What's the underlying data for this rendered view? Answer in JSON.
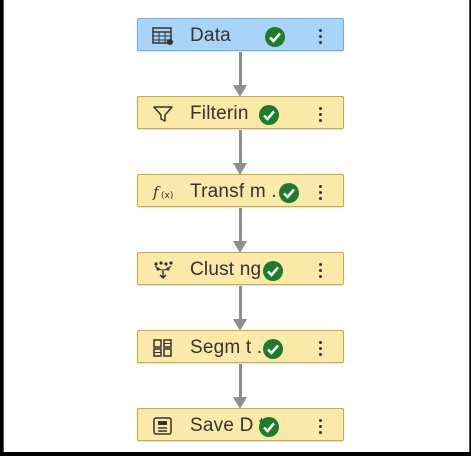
{
  "colors": {
    "node_fill": "#fbe9a9",
    "node_selected": "#a9d4f6",
    "status_ok": "#1d7b2b",
    "connector": "#8f8f8f"
  },
  "pipeline": {
    "nodes": [
      {
        "label": "Data",
        "icon": "data-table-icon",
        "status": "success-check-icon",
        "selected": true
      },
      {
        "label": "Filterin",
        "icon": "filter-funnel-icon",
        "status": "success-check-icon",
        "selected": false
      },
      {
        "label": "Transf m .",
        "icon": "function-icon",
        "status": "success-check-icon",
        "selected": false
      },
      {
        "label": "Clust ng",
        "icon": "clustering-icon",
        "status": "success-check-icon",
        "selected": false
      },
      {
        "label": "Segm t .",
        "icon": "segment-grid-icon",
        "status": "success-check-icon",
        "selected": false
      },
      {
        "label": "Save D ta",
        "icon": "save-data-icon",
        "status": "success-check-icon",
        "selected": false
      }
    ]
  }
}
